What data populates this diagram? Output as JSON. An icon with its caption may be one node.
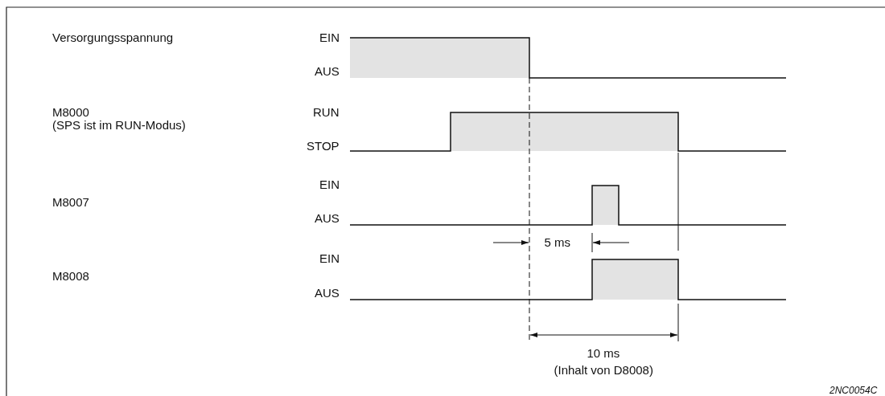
{
  "diagram": {
    "labels": [
      "Versorgungsspannung",
      "EIN",
      "AUS",
      "M8000",
      "(SPS ist im RUN-Modus)",
      "RUN",
      "STOP",
      "EIN",
      "M8007",
      "AUS",
      "5 ms",
      "EIN",
      "M8008",
      "AUS",
      "10 ms",
      "(Inhalt von D8008)",
      "2NC0054C"
    ]
  }
}
